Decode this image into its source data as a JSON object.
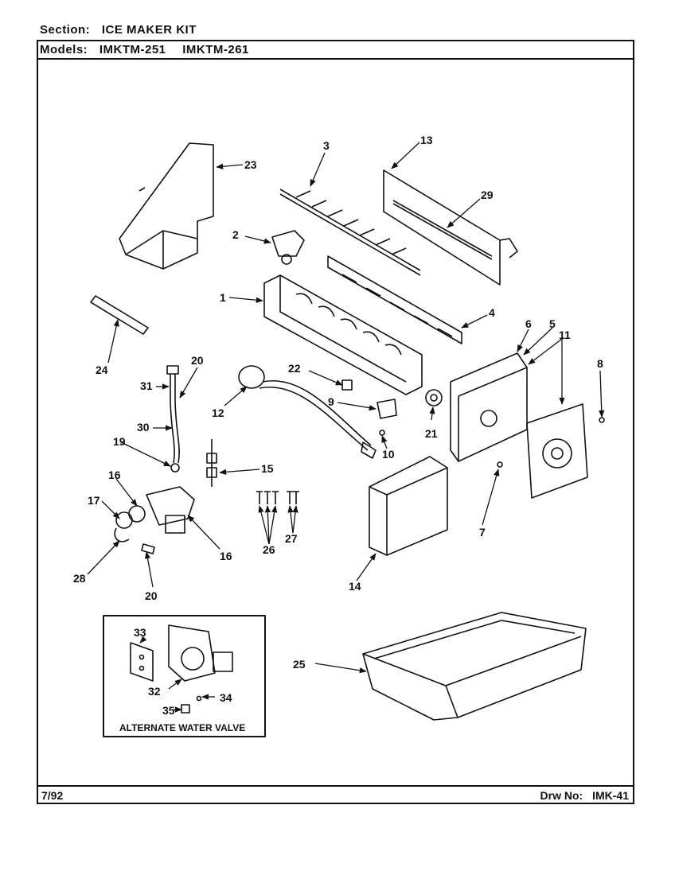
{
  "header": {
    "section_label": "Section:",
    "section_value": "ICE MAKER KIT",
    "models_label": "Models:",
    "models": [
      "IMKTM-251",
      "IMKTM-261"
    ]
  },
  "callouts": {
    "c1": "1",
    "c2": "2",
    "c3": "3",
    "c4": "4",
    "c5": "5",
    "c6": "6",
    "c7": "7",
    "c8": "8",
    "c9": "9",
    "c10": "10",
    "c11": "11",
    "c12": "12",
    "c13": "13",
    "c14": "14",
    "c15": "15",
    "c16a": "16",
    "c16b": "16",
    "c17": "17",
    "c19": "19",
    "c20a": "20",
    "c20b": "20",
    "c21": "21",
    "c22": "22",
    "c23": "23",
    "c24": "24",
    "c25": "25",
    "c26": "26",
    "c27": "27",
    "c28": "28",
    "c29": "29",
    "c30": "30",
    "c31": "31",
    "c32": "32",
    "c33": "33",
    "c34": "34",
    "c35": "35"
  },
  "inset_caption": "ALTERNATE WATER VALVE",
  "footer": {
    "date": "7/92",
    "drawing_label": "Drw No:",
    "drawing_number": "IMK-41"
  }
}
